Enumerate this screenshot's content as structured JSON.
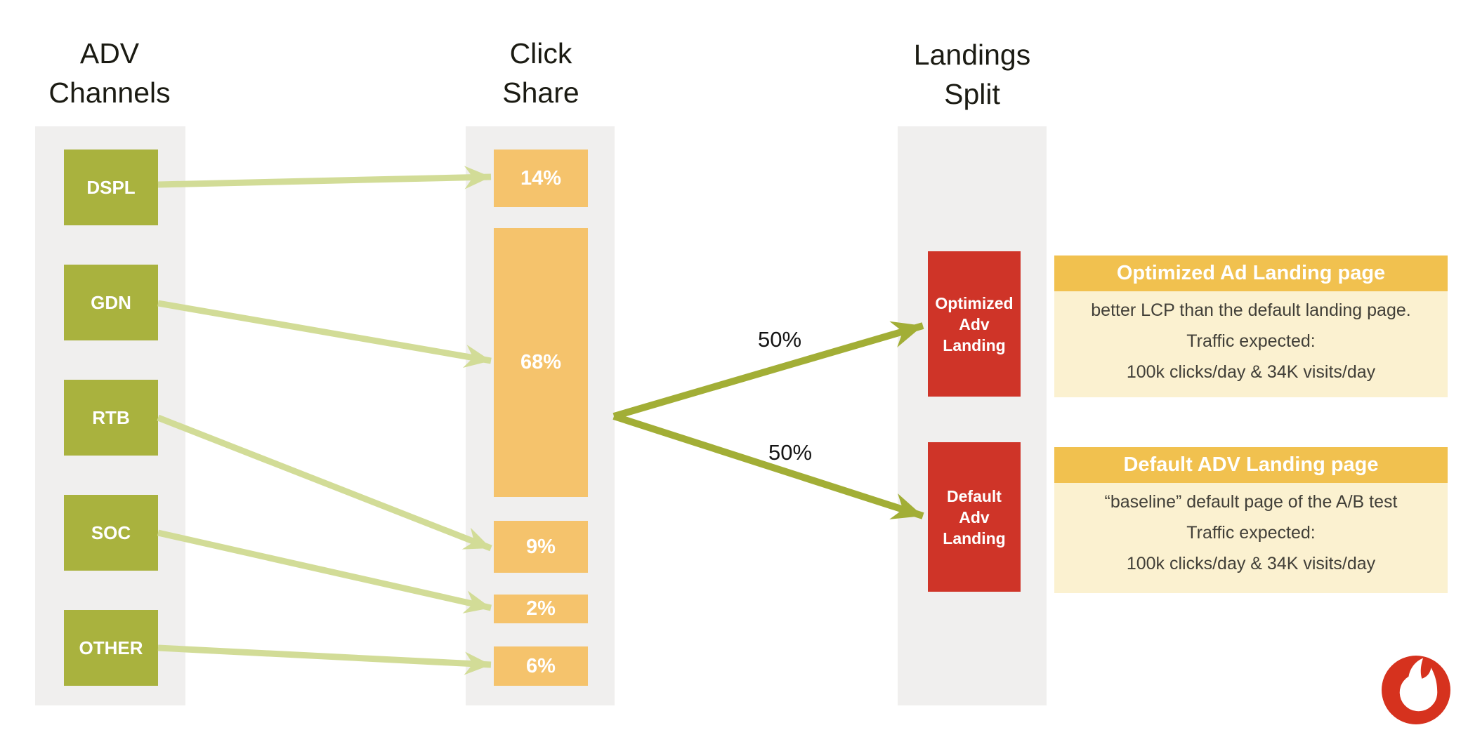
{
  "columns": {
    "channels": {
      "header_lines": [
        "ADV",
        "Channels"
      ]
    },
    "click_share": {
      "header_lines": [
        "Click",
        "Share"
      ]
    },
    "landings_split": {
      "header_lines": [
        "Landings",
        "Split"
      ]
    }
  },
  "channels": {
    "items": [
      {
        "label": "DSPL"
      },
      {
        "label": "GDN"
      },
      {
        "label": "RTB"
      },
      {
        "label": "SOC"
      },
      {
        "label": "OTHER"
      }
    ]
  },
  "click_share": {
    "items": [
      {
        "label": "14%",
        "value": 14
      },
      {
        "label": "68%",
        "value": 68
      },
      {
        "label": "9%",
        "value": 9
      },
      {
        "label": "2%",
        "value": 2
      },
      {
        "label": "6%",
        "value": 6
      }
    ]
  },
  "flows": [
    {
      "from": "DSPL",
      "to": "14%"
    },
    {
      "from": "GDN",
      "to": "68%"
    },
    {
      "from": "RTB",
      "to": "9%"
    },
    {
      "from": "SOC",
      "to": "2%"
    },
    {
      "from": "OTHER",
      "to": "6%"
    }
  ],
  "split": {
    "upper_label": "50%",
    "lower_label": "50%"
  },
  "landings": {
    "items": [
      {
        "lines": [
          "Optimized",
          "Adv",
          "Landing"
        ]
      },
      {
        "lines": [
          "Default",
          "Adv",
          "Landing"
        ]
      }
    ]
  },
  "cards": [
    {
      "title": "Optimized Ad Landing page",
      "lines": [
        "better LCP than the default landing page.",
        "Traffic expected:",
        "100k clicks/day  & 34K visits/day"
      ]
    },
    {
      "title": "Default ADV Landing page",
      "lines": [
        "“baseline” default page of the A/B test",
        "Traffic expected:",
        "100k clicks/day  & 34K visits/day"
      ]
    }
  ],
  "logo": {
    "name": "vodafone-speechmark"
  },
  "colors": {
    "column_bg": "#f0efee",
    "channel_green": "#a9b23e",
    "share_orange": "#f5c36c",
    "landing_red": "#cf3428",
    "card_header_gold": "#f1c14f",
    "card_body_cream": "#fbf1d0",
    "arrow_light": "#d2dc97",
    "arrow_dark": "#a2ae36",
    "logo_red": "#d6321e",
    "text_dark": "#1b1b13"
  }
}
